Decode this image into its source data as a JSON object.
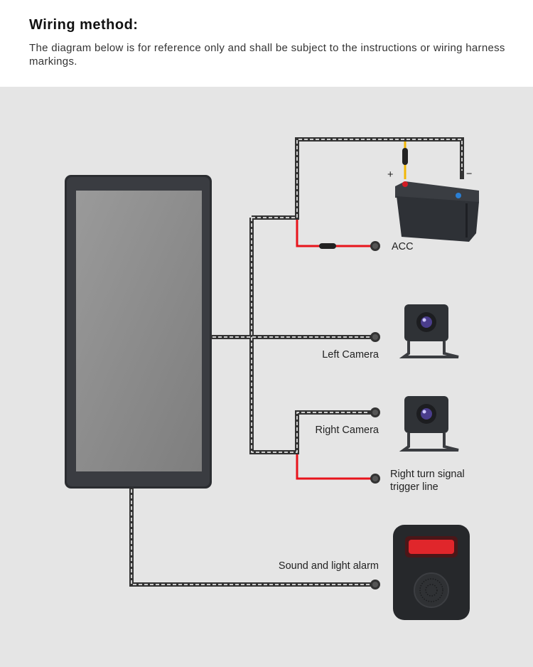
{
  "header": {
    "title": "Wiring method:",
    "description": "The diagram below is for reference only and shall be subject to the instructions or wiring harness markings."
  },
  "diagram": {
    "battery_plus": "+",
    "battery_minus": "−",
    "labels": {
      "acc": "ACC",
      "left_camera": "Left Camera",
      "right_camera": "Right Camera",
      "turn_signal_line1": "Right turn signal",
      "turn_signal_line2": "trigger line",
      "alarm": "Sound and light alarm"
    },
    "colors": {
      "background": "#e5e5e5",
      "wire": "#333333",
      "power_wire": "#e8141b",
      "battery_fuse_wire": "#f2b705"
    }
  }
}
